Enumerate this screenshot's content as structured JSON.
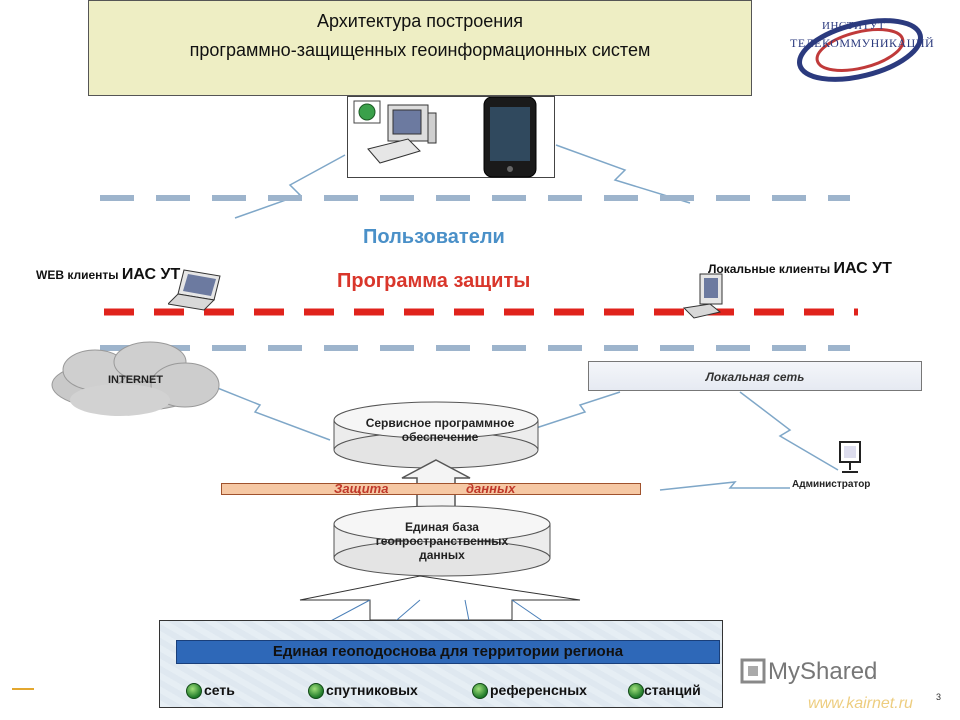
{
  "title": {
    "line1": "Архитектура построения",
    "line2": "программно-защищенных геоинформационных систем"
  },
  "logo": {
    "line1": "ИНСТИТУТ",
    "line2": "ТЕЛЕКОММУНИКАЦИЙ"
  },
  "labels": {
    "users": "Пользователи",
    "protection_program": "Программа защиты",
    "web_clients_prefix": "WEB клиенты",
    "web_clients_system": "ИАС УТ",
    "local_clients_prefix": "Локальные клиенты",
    "local_clients_system": "ИАС УТ",
    "internet": "INTERNET",
    "local_network": "Локальная сеть",
    "administrator": "Администратор",
    "service_software_l1": "Сервисное программное",
    "service_software_l2": "обеспечение",
    "protection_word1": "Защита",
    "protection_word2": "данных",
    "geo_base_l1": "Единая база",
    "geo_base_l2": "геопространственных",
    "geo_base_l3": "данных",
    "geo_foundation": "Единая геоподоснова для территории региона",
    "station_1": "сеть",
    "station_2": "спутниковых",
    "station_3": "референсных",
    "station_4": "станций"
  },
  "footer": {
    "page_number": "3",
    "watermark": "MyShared",
    "url": "www.kairnet.ru"
  },
  "colors": {
    "title_bg": "#eeeec4",
    "users_blue": "#4a90c8",
    "protection_red": "#d9362b",
    "dash_blue": "#9db4cc",
    "dash_red": "#e0231c",
    "banner_blue": "#2e68b8"
  },
  "icons": [
    "globe-icon",
    "desktop-computer-icon",
    "smartphone-icon",
    "laptop-icon",
    "cloud-icon",
    "monitor-icon",
    "arrow-up-icon",
    "myshared-logo-icon"
  ]
}
